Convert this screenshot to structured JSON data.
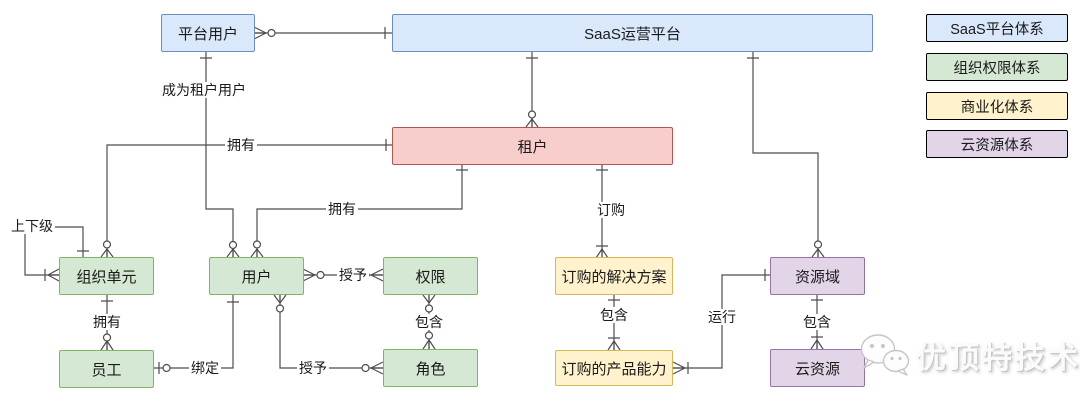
{
  "diagram": {
    "entities": {
      "platform_user": {
        "label": "平台用户",
        "group": "saas"
      },
      "saas_platform": {
        "label": "SaaS运营平台",
        "group": "saas"
      },
      "tenant": {
        "label": "租户",
        "group": "tenant"
      },
      "org_unit": {
        "label": "组织单元",
        "group": "org"
      },
      "user": {
        "label": "用户",
        "group": "org"
      },
      "permission": {
        "label": "权限",
        "group": "org"
      },
      "subscribed_solution": {
        "label": "订购的解决方案",
        "group": "commerce"
      },
      "resource_domain": {
        "label": "资源域",
        "group": "cloud"
      },
      "employee": {
        "label": "员工",
        "group": "org"
      },
      "role": {
        "label": "角色",
        "group": "org"
      },
      "subscribed_product": {
        "label": "订购的产品能力",
        "group": "commerce"
      },
      "cloud_resource": {
        "label": "云资源",
        "group": "cloud"
      }
    },
    "edge_labels": {
      "become_tenant_user": "成为租户用户",
      "own_tenant_org": "拥有",
      "own_tenant_user": "拥有",
      "subscribe": "订购",
      "hierarchy": "上下级",
      "own_org_employee": "拥有",
      "bind": "绑定",
      "grant_permission": "授予",
      "grant_role": "授予",
      "contain_role": "包含",
      "contain_product": "包含",
      "run": "运行",
      "contain_cloud": "包含"
    },
    "relationships": [
      {
        "from": "platform_user",
        "to": "saas_platform",
        "label": "",
        "from_card": "many-optional",
        "to_card": "one"
      },
      {
        "from": "platform_user",
        "to": "user",
        "label": "成为租户用户",
        "from_card": "one",
        "to_card": "many-optional"
      },
      {
        "from": "saas_platform",
        "to": "tenant",
        "label": "",
        "from_card": "one",
        "to_card": "many-optional"
      },
      {
        "from": "saas_platform",
        "to": "resource_domain",
        "label": "",
        "from_card": "one",
        "to_card": "many-optional"
      },
      {
        "from": "tenant",
        "to": "org_unit",
        "label": "拥有",
        "from_card": "one",
        "to_card": "many-optional"
      },
      {
        "from": "tenant",
        "to": "user",
        "label": "拥有",
        "from_card": "one",
        "to_card": "many-optional"
      },
      {
        "from": "tenant",
        "to": "subscribed_solution",
        "label": "订购",
        "from_card": "one",
        "to_card": "one-or-many"
      },
      {
        "from": "org_unit",
        "to": "org_unit",
        "label": "上下级",
        "from_card": "one",
        "to_card": "one-or-many"
      },
      {
        "from": "org_unit",
        "to": "employee",
        "label": "拥有",
        "from_card": "one",
        "to_card": "many-optional"
      },
      {
        "from": "employee",
        "to": "user",
        "label": "绑定",
        "from_card": "one-optional",
        "to_card": "one"
      },
      {
        "from": "user",
        "to": "permission",
        "label": "授予",
        "from_card": "many-optional",
        "to_card": "many-optional"
      },
      {
        "from": "user",
        "to": "role",
        "label": "授予",
        "from_card": "many-optional",
        "to_card": "many-optional"
      },
      {
        "from": "permission",
        "to": "role",
        "label": "包含",
        "from_card": "many-optional",
        "to_card": "many-optional"
      },
      {
        "from": "subscribed_solution",
        "to": "subscribed_product",
        "label": "包含",
        "from_card": "one",
        "to_card": "one-or-many"
      },
      {
        "from": "subscribed_product",
        "to": "resource_domain",
        "label": "运行",
        "from_card": "one-or-many",
        "to_card": "one"
      },
      {
        "from": "resource_domain",
        "to": "cloud_resource",
        "label": "包含",
        "from_card": "one",
        "to_card": "one-or-many"
      }
    ],
    "legend": [
      {
        "label": "SaaS平台体系",
        "fill": "#dae8fc",
        "stroke": "#6c8ebf"
      },
      {
        "label": "组织权限体系",
        "fill": "#d5e8d4",
        "stroke": "#82b366"
      },
      {
        "label": "商业化体系",
        "fill": "#fff2cc",
        "stroke": "#d6b656"
      },
      {
        "label": "云资源体系",
        "fill": "#e1d5e7",
        "stroke": "#9673a6"
      }
    ],
    "watermark": "优顶特技术",
    "colors": {
      "line": "#4d4d4d",
      "tenant_fill": "#f8cecc",
      "tenant_stroke": "#b85450",
      "background": "#ffffff"
    }
  }
}
